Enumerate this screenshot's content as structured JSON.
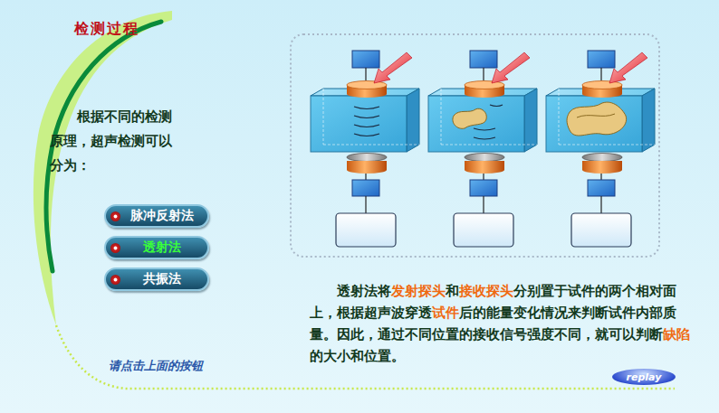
{
  "diagram": {
    "title": "检测过程",
    "nodes": [
      {
        "text": [
          "脉冲反射法"
        ]
      },
      {
        "text": [
          "透射法"
        ]
      },
      {
        "text": [
          "共振法"
        ]
      },
      {
        "text": [
          "replay"
        ]
      }
    ],
    "labels": [
      "根据不同的检测原理，超声检测可以分为：",
      "请点击上面的按钮",
      "透射法将",
      "发射探头",
      "和",
      "接收探头",
      "分别置于试件的两个相对面上，根据超声波穿透",
      "试件",
      "后的能量变化情况来判断试件内部质量。因此，通过不同位置的接收信号强度不同，就可以判断",
      "缺陷",
      "的大小和位置。"
    ]
  }
}
